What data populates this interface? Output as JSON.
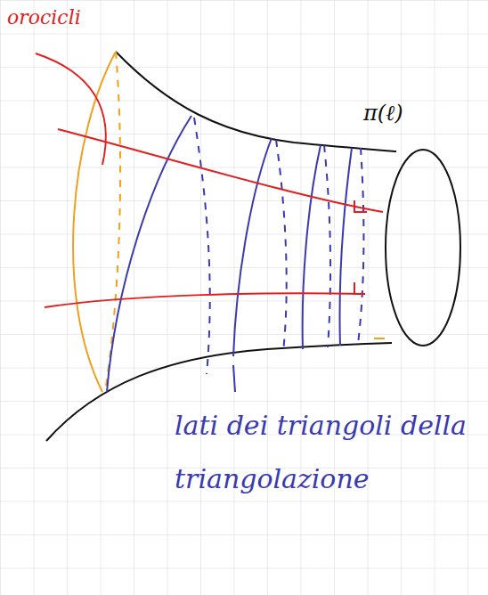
{
  "diagram": {
    "labels": [
      "orocicli",
      "π(ℓ)",
      "lati dei triangoli della triangolazione"
    ]
  }
}
